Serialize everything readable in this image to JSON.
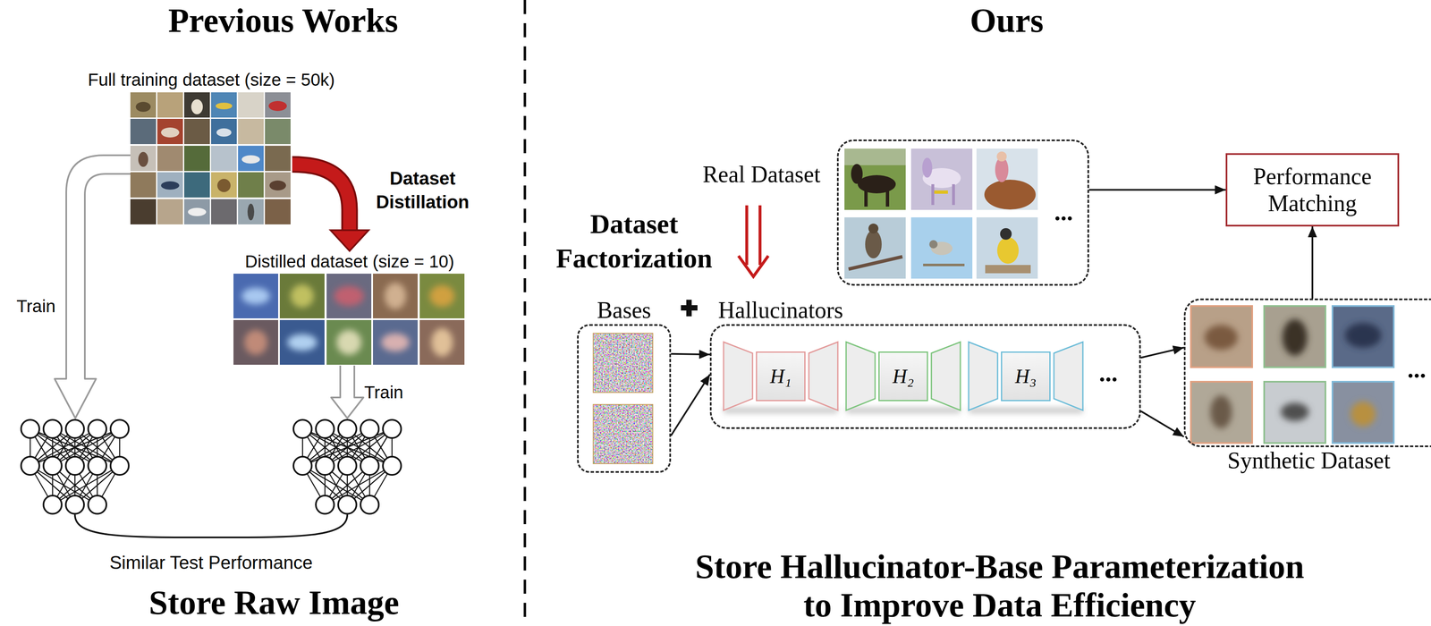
{
  "diagram": {
    "nodes": [
      {
        "text": [
          "Full training dataset (size = 50k)"
        ]
      },
      {
        "text": [
          "Distilled dataset (size = 10)"
        ]
      },
      {
        "text": [
          "Real Dataset",
          "..."
        ]
      },
      {
        "text": [
          "Performance Matching"
        ]
      },
      {
        "text": [
          "Bases"
        ]
      },
      {
        "text": [
          "Hallucinators",
          "..."
        ]
      },
      {
        "text": [
          "H₁"
        ],
        "in": 5
      },
      {
        "text": [
          "H₂"
        ],
        "in": 5
      },
      {
        "text": [
          "H₃"
        ],
        "in": 5
      },
      {
        "text": [
          "Synthetic Dataset",
          "..."
        ]
      }
    ],
    "edges": [
      {
        "from": 0,
        "to": 1,
        "arrow": "to",
        "label": "Dataset Distillation"
      },
      {
        "from": 2,
        "to": 3,
        "arrow": "to"
      },
      {
        "from": 4,
        "to": 5,
        "arrow": "to"
      },
      {
        "from": 4,
        "to": 5,
        "arrow": "to"
      },
      {
        "from": 5,
        "to": 9,
        "arrow": "to"
      },
      {
        "from": 5,
        "to": 9,
        "arrow": "to"
      },
      {
        "from": 9,
        "to": 3,
        "arrow": "to"
      }
    ],
    "labels": [
      "Previous Works",
      "Ours",
      "Train",
      "Train",
      "Similar Test Performance",
      "Store Raw Image",
      "Dataset Factorization",
      "Store Hallucinator-Base Parameterization to Improve Data Efficiency"
    ]
  }
}
